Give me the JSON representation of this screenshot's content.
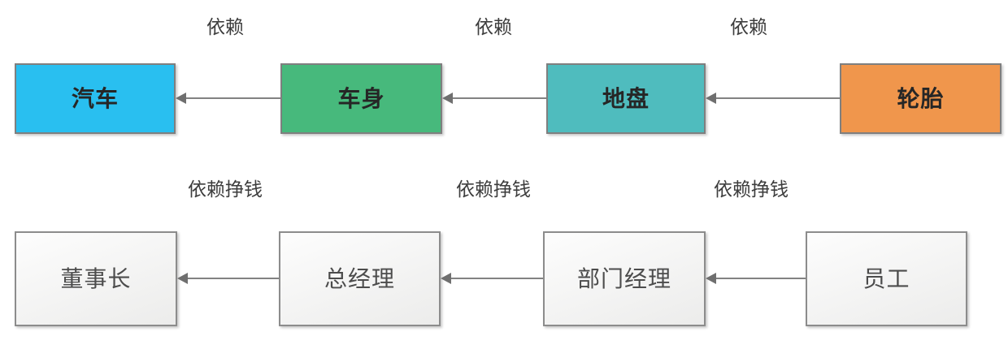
{
  "diagram": {
    "top_row": {
      "nodes": [
        {
          "id": "car",
          "label": "汽车",
          "fill": "#29bff0"
        },
        {
          "id": "car-body",
          "label": "车身",
          "fill": "#47b97c"
        },
        {
          "id": "chassis",
          "label": "地盘",
          "fill": "#4fbcbe"
        },
        {
          "id": "tire",
          "label": "轮胎",
          "fill": "#f0964c"
        }
      ],
      "edge_labels": [
        "依赖",
        "依赖",
        "依赖"
      ]
    },
    "bottom_row": {
      "nodes": [
        {
          "id": "chairman",
          "label": "董事长"
        },
        {
          "id": "general-manager",
          "label": "总经理"
        },
        {
          "id": "department-manager",
          "label": "部门经理"
        },
        {
          "id": "employee",
          "label": "员工"
        }
      ],
      "edge_labels": [
        "依赖挣钱",
        "依赖挣钱",
        "依赖挣钱"
      ]
    },
    "colors": {
      "arrow": "#828282",
      "colored_node_border": "#7f7f7f",
      "plain_node_border": "#8c8c8c",
      "plain_node_fill_start": "#fdfdfd",
      "plain_node_fill_end": "#ececeb",
      "edge_label_text": "#3d3d3d",
      "colored_node_text": "#262626",
      "plain_node_text": "#4c4c4c"
    }
  }
}
